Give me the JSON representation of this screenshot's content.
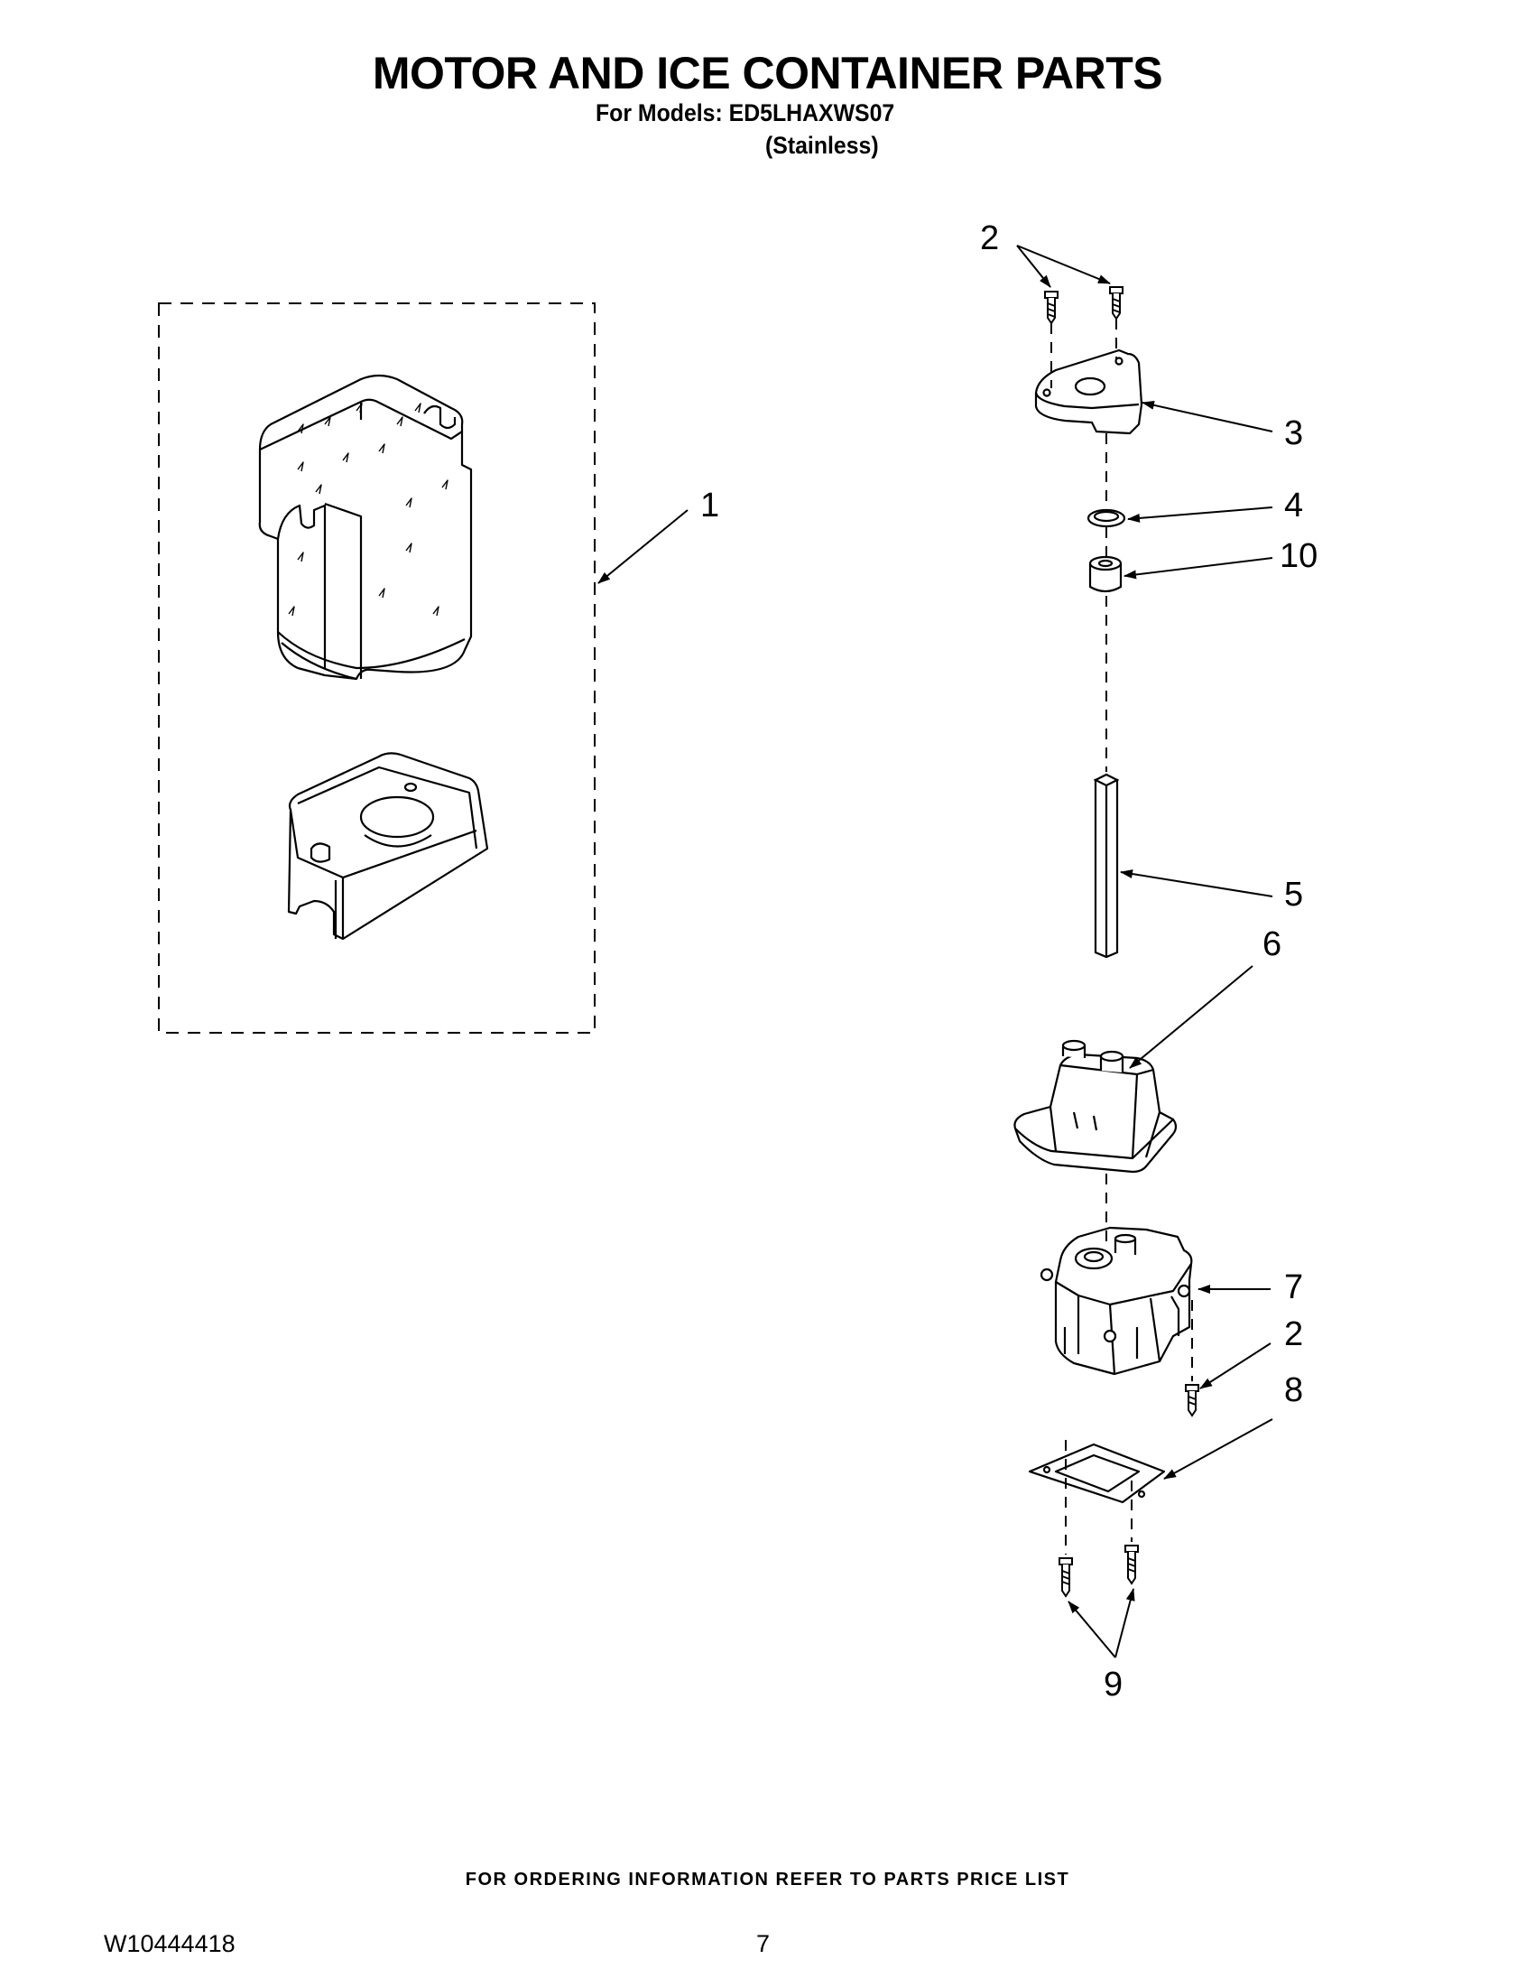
{
  "header": {
    "title": "MOTOR AND ICE CONTAINER PARTS",
    "models_line": "For Models: ED5LHAXWS07",
    "finish_line": "(Stainless)"
  },
  "callouts": {
    "c1": "1",
    "c2_top": "2",
    "c3": "3",
    "c4": "4",
    "c10": "10",
    "c5": "5",
    "c6": "6",
    "c7": "7",
    "c2_lower": "2",
    "c8": "8",
    "c9": "9"
  },
  "footer": {
    "ordering_note": "FOR ORDERING INFORMATION REFER TO PARTS PRICE LIST",
    "doc_number": "W10444418",
    "page_number": "7"
  }
}
